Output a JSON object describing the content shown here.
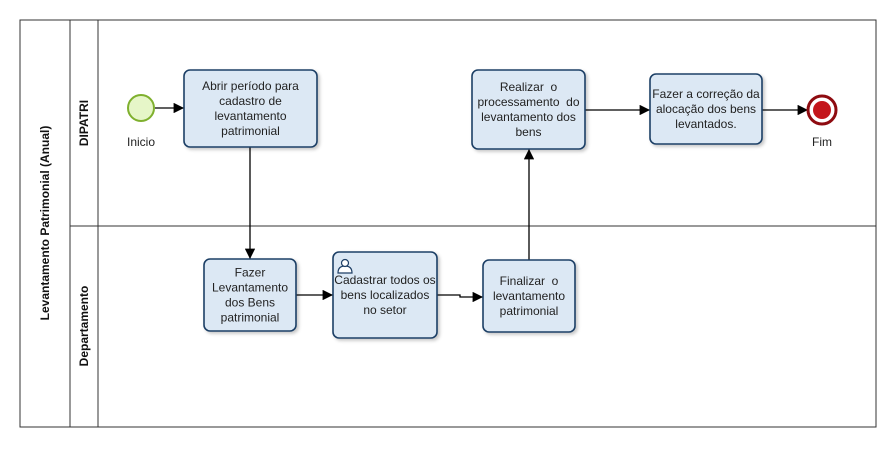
{
  "pool": {
    "title": "Levantamento Patrimonial (Anual)"
  },
  "lanes": [
    {
      "id": "dipatri",
      "label": "DIPATRI"
    },
    {
      "id": "departamento",
      "label": "Departamento"
    }
  ],
  "events": [
    {
      "id": "start",
      "kind": "start",
      "label": "Inicio"
    },
    {
      "id": "end",
      "kind": "end",
      "label": "Fim"
    }
  ],
  "tasks": [
    {
      "id": "t1",
      "lane": "dipatri",
      "user_task": false,
      "lines": [
        "Abrir período para",
        "cadastro de",
        "levantamento",
        "patrimonial"
      ]
    },
    {
      "id": "t2",
      "lane": "departamento",
      "user_task": false,
      "lines": [
        "Fazer",
        "Levantamento",
        "dos Bens",
        "patrimonial"
      ]
    },
    {
      "id": "t3",
      "lane": "departamento",
      "user_task": true,
      "lines": [
        "Cadastrar todos os",
        "bens localizados",
        "no setor"
      ]
    },
    {
      "id": "t4",
      "lane": "departamento",
      "user_task": false,
      "lines": [
        "Finalizar  o",
        "levantamento",
        "patrimonial"
      ]
    },
    {
      "id": "t5",
      "lane": "dipatri",
      "user_task": false,
      "lines": [
        "Realizar  o",
        "processamento  do",
        "levantamento dos",
        "bens"
      ]
    },
    {
      "id": "t6",
      "lane": "dipatri",
      "user_task": false,
      "lines": [
        "Fazer a correção da",
        "alocação dos bens",
        "levantados."
      ]
    }
  ],
  "flows": [
    {
      "from": "start",
      "to": "t1"
    },
    {
      "from": "t1",
      "to": "t2"
    },
    {
      "from": "t2",
      "to": "t3"
    },
    {
      "from": "t3",
      "to": "t4"
    },
    {
      "from": "t4",
      "to": "t5"
    },
    {
      "from": "t5",
      "to": "t6"
    },
    {
      "from": "t6",
      "to": "end"
    }
  ],
  "colors": {
    "task_fill": "#dce8f4",
    "task_stroke": "#1f3f66",
    "start_fill": "#e6f6c8",
    "start_stroke": "#7fb02e",
    "end_fill": "#c4161c",
    "end_stroke": "#8e0b10",
    "line": "#000000",
    "pool_border": "#333333"
  }
}
